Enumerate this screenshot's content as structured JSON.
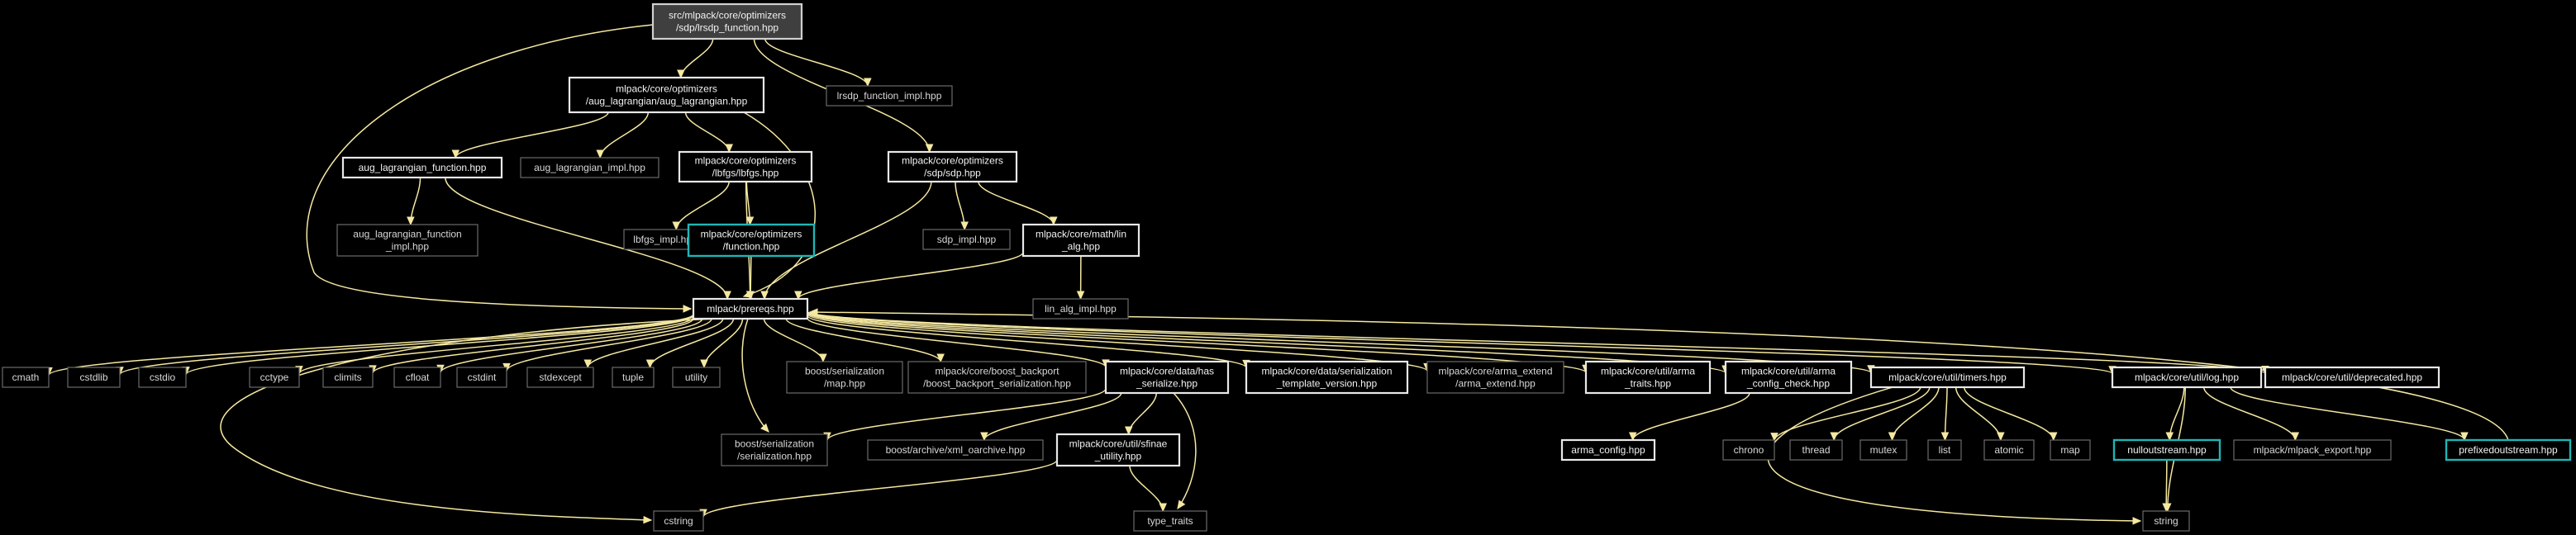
{
  "diagram": {
    "nodes": [
      {
        "id": "root",
        "lines": [
          "src/mlpack/core/optimizers",
          "/sdp/lrsdp_function.hpp"
        ],
        "style": "root"
      },
      {
        "id": "aug_lag",
        "lines": [
          "mlpack/core/optimizers",
          "/aug_lagrangian/aug_lagrangian.hpp"
        ],
        "style": "linked"
      },
      {
        "id": "lrsdp_impl",
        "lines": [
          "lrsdp_function_impl.hpp"
        ],
        "style": "faint"
      },
      {
        "id": "aug_lag_fn",
        "lines": [
          "aug_lagrangian_function.hpp"
        ],
        "style": "linked"
      },
      {
        "id": "aug_lag_impl",
        "lines": [
          "aug_lagrangian_impl.hpp"
        ],
        "style": "faint"
      },
      {
        "id": "lbfgs",
        "lines": [
          "mlpack/core/optimizers",
          "/lbfgs/lbfgs.hpp"
        ],
        "style": "linked"
      },
      {
        "id": "sdp",
        "lines": [
          "mlpack/core/optimizers",
          "/sdp/sdp.hpp"
        ],
        "style": "linked"
      },
      {
        "id": "aug_lag_fn_impl",
        "lines": [
          "aug_lagrangian_function",
          "_impl.hpp"
        ],
        "style": "faint"
      },
      {
        "id": "lbfgs_impl",
        "lines": [
          "lbfgs_impl.hpp"
        ],
        "style": "faint"
      },
      {
        "id": "function",
        "lines": [
          "mlpack/core/optimizers",
          "/function.hpp"
        ],
        "style": "cyan"
      },
      {
        "id": "sdp_impl",
        "lines": [
          "sdp_impl.hpp"
        ],
        "style": "faint"
      },
      {
        "id": "lin_alg",
        "lines": [
          "mlpack/core/math/lin",
          "_alg.hpp"
        ],
        "style": "linked"
      },
      {
        "id": "prereqs",
        "lines": [
          "mlpack/prereqs.hpp"
        ],
        "style": "linked"
      },
      {
        "id": "lin_alg_impl",
        "lines": [
          "lin_alg_impl.hpp"
        ],
        "style": "faint"
      },
      {
        "id": "cmath",
        "lines": [
          "cmath"
        ],
        "style": "faint"
      },
      {
        "id": "cstdlib",
        "lines": [
          "cstdlib"
        ],
        "style": "faint"
      },
      {
        "id": "cstdio",
        "lines": [
          "cstdio"
        ],
        "style": "faint"
      },
      {
        "id": "cctype",
        "lines": [
          "cctype"
        ],
        "style": "faint"
      },
      {
        "id": "climits",
        "lines": [
          "climits"
        ],
        "style": "faint"
      },
      {
        "id": "cfloat",
        "lines": [
          "cfloat"
        ],
        "style": "faint"
      },
      {
        "id": "cstdint",
        "lines": [
          "cstdint"
        ],
        "style": "faint"
      },
      {
        "id": "stdexcept",
        "lines": [
          "stdexcept"
        ],
        "style": "faint"
      },
      {
        "id": "tuple",
        "lines": [
          "tuple"
        ],
        "style": "faint"
      },
      {
        "id": "utility",
        "lines": [
          "utility"
        ],
        "style": "faint"
      },
      {
        "id": "boost_map",
        "lines": [
          "boost/serialization",
          "/map.hpp"
        ],
        "style": "faint"
      },
      {
        "id": "boost_backport",
        "lines": [
          "mlpack/core/boost_backport",
          "/boost_backport_serialization.hpp"
        ],
        "style": "faint"
      },
      {
        "id": "has_serialize",
        "lines": [
          "mlpack/core/data/has",
          "_serialize.hpp"
        ],
        "style": "linked"
      },
      {
        "id": "ser_template",
        "lines": [
          "mlpack/core/data/serialization",
          "_template_version.hpp"
        ],
        "style": "linked"
      },
      {
        "id": "arma_extend",
        "lines": [
          "mlpack/core/arma_extend",
          "/arma_extend.hpp"
        ],
        "style": "faint"
      },
      {
        "id": "arma_traits",
        "lines": [
          "mlpack/core/util/arma",
          "_traits.hpp"
        ],
        "style": "linked"
      },
      {
        "id": "arma_config_check",
        "lines": [
          "mlpack/core/util/arma",
          "_config_check.hpp"
        ],
        "style": "linked"
      },
      {
        "id": "timers",
        "lines": [
          "mlpack/core/util/timers.hpp"
        ],
        "style": "linked"
      },
      {
        "id": "log",
        "lines": [
          "mlpack/core/util/log.hpp"
        ],
        "style": "linked"
      },
      {
        "id": "deprecated",
        "lines": [
          "mlpack/core/util/deprecated.hpp"
        ],
        "style": "linked"
      },
      {
        "id": "boost_ser",
        "lines": [
          "boost/serialization",
          "/serialization.hpp"
        ],
        "style": "faint"
      },
      {
        "id": "xml_oarchive",
        "lines": [
          "boost/archive/xml_oarchive.hpp"
        ],
        "style": "faint"
      },
      {
        "id": "sfinae",
        "lines": [
          "mlpack/core/util/sfinae",
          "_utility.hpp"
        ],
        "style": "linked"
      },
      {
        "id": "arma_config",
        "lines": [
          "arma_config.hpp"
        ],
        "style": "linked"
      },
      {
        "id": "chrono",
        "lines": [
          "chrono"
        ],
        "style": "faint"
      },
      {
        "id": "thread",
        "lines": [
          "thread"
        ],
        "style": "faint"
      },
      {
        "id": "mutex",
        "lines": [
          "mutex"
        ],
        "style": "faint"
      },
      {
        "id": "list",
        "lines": [
          "list"
        ],
        "style": "faint"
      },
      {
        "id": "atomic",
        "lines": [
          "atomic"
        ],
        "style": "faint"
      },
      {
        "id": "map",
        "lines": [
          "map"
        ],
        "style": "faint"
      },
      {
        "id": "nulloutstream",
        "lines": [
          "nulloutstream.hpp"
        ],
        "style": "cyan"
      },
      {
        "id": "mlpack_export",
        "lines": [
          "mlpack/mlpack_export.hpp"
        ],
        "style": "faint"
      },
      {
        "id": "prefixedoutstream",
        "lines": [
          "prefixedoutstream.hpp"
        ],
        "style": "cyan"
      },
      {
        "id": "cstring",
        "lines": [
          "cstring"
        ],
        "style": "faint"
      },
      {
        "id": "type_traits",
        "lines": [
          "type_traits"
        ],
        "style": "faint"
      },
      {
        "id": "string",
        "lines": [
          "string"
        ],
        "style": "faint"
      }
    ],
    "edges": [
      [
        "root",
        "aug_lag"
      ],
      [
        "root",
        "lrsdp_impl"
      ],
      [
        "root",
        "sdp"
      ],
      [
        "root",
        "prereqs"
      ],
      [
        "aug_lag",
        "aug_lag_fn"
      ],
      [
        "aug_lag",
        "aug_lag_impl"
      ],
      [
        "aug_lag",
        "lbfgs"
      ],
      [
        "aug_lag",
        "prereqs"
      ],
      [
        "aug_lag_fn",
        "aug_lag_fn_impl"
      ],
      [
        "aug_lag_fn",
        "prereqs"
      ],
      [
        "lbfgs",
        "lbfgs_impl"
      ],
      [
        "lbfgs",
        "function"
      ],
      [
        "lbfgs",
        "prereqs"
      ],
      [
        "function",
        "prereqs"
      ],
      [
        "sdp",
        "sdp_impl"
      ],
      [
        "sdp",
        "lin_alg"
      ],
      [
        "sdp",
        "prereqs"
      ],
      [
        "lin_alg",
        "lin_alg_impl"
      ],
      [
        "lin_alg",
        "prereqs"
      ],
      [
        "prereqs",
        "cmath"
      ],
      [
        "prereqs",
        "cstdlib"
      ],
      [
        "prereqs",
        "cstdio"
      ],
      [
        "prereqs",
        "cctype"
      ],
      [
        "prereqs",
        "climits"
      ],
      [
        "prereqs",
        "cfloat"
      ],
      [
        "prereqs",
        "cstdint"
      ],
      [
        "prereqs",
        "stdexcept"
      ],
      [
        "prereqs",
        "tuple"
      ],
      [
        "prereqs",
        "utility"
      ],
      [
        "prereqs",
        "boost_map"
      ],
      [
        "prereqs",
        "boost_backport"
      ],
      [
        "prereqs",
        "has_serialize"
      ],
      [
        "prereqs",
        "ser_template"
      ],
      [
        "prereqs",
        "arma_extend"
      ],
      [
        "prereqs",
        "arma_traits"
      ],
      [
        "prereqs",
        "arma_config_check"
      ],
      [
        "prereqs",
        "timers"
      ],
      [
        "prereqs",
        "log"
      ],
      [
        "prereqs",
        "deprecated"
      ],
      [
        "prereqs",
        "boost_ser"
      ],
      [
        "prereqs",
        "cstring"
      ],
      [
        "has_serialize",
        "boost_ser"
      ],
      [
        "has_serialize",
        "xml_oarchive"
      ],
      [
        "has_serialize",
        "sfinae"
      ],
      [
        "has_serialize",
        "type_traits"
      ],
      [
        "sfinae",
        "cstring"
      ],
      [
        "sfinae",
        "type_traits"
      ],
      [
        "arma_config_check",
        "arma_config"
      ],
      [
        "timers",
        "chrono"
      ],
      [
        "timers",
        "thread"
      ],
      [
        "timers",
        "mutex"
      ],
      [
        "timers",
        "list"
      ],
      [
        "timers",
        "atomic"
      ],
      [
        "timers",
        "map"
      ],
      [
        "timers",
        "string"
      ],
      [
        "log",
        "nulloutstream"
      ],
      [
        "log",
        "mlpack_export"
      ],
      [
        "log",
        "prefixedoutstream"
      ],
      [
        "log",
        "string"
      ],
      [
        "nulloutstream",
        "string"
      ],
      [
        "prefixedoutstream",
        "prereqs"
      ]
    ]
  }
}
